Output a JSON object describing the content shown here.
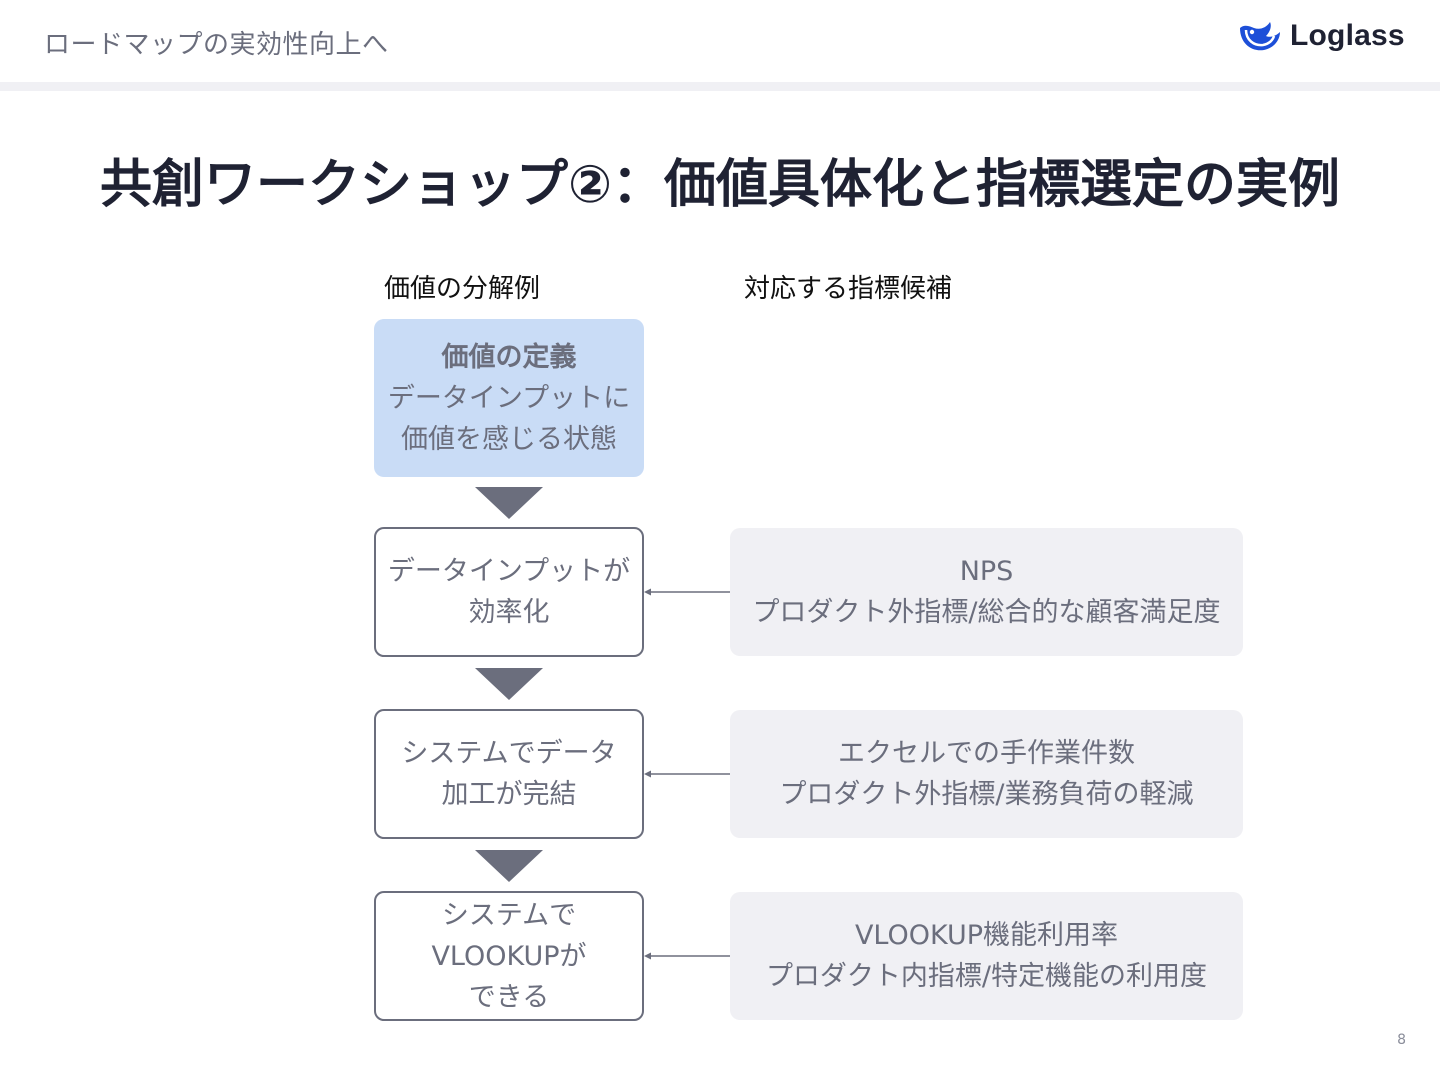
{
  "header": {
    "section": "ロードマップの実効性向上へ",
    "logo_text": "Loglass"
  },
  "title": "共創ワークショップ②：価値具体化と指標選定の実例",
  "columns": {
    "left": "価値の分解例",
    "right": "対応する指標候補"
  },
  "value_definition": {
    "heading": "価値の定義",
    "lines": [
      "データインプットに",
      "価値を感じる状態"
    ]
  },
  "steps": [
    {
      "lines": [
        "データインプットが",
        "効率化"
      ]
    },
    {
      "lines": [
        "システムでデータ",
        "加工が完結"
      ]
    },
    {
      "lines": [
        "システムで",
        "VLOOKUPが",
        "できる"
      ]
    }
  ],
  "metrics": [
    {
      "name": "NPS",
      "detail": "プロダクト外指標/総合的な顧客満足度"
    },
    {
      "name": "エクセルでの手作業件数",
      "detail": "プロダクト外指標/業務負荷の軽減"
    },
    {
      "name": "VLOOKUP機能利用率",
      "detail": "プロダクト内指標/特定機能の利用度"
    }
  ],
  "page_number": "8",
  "colors": {
    "accent_box": "#c9dcf6",
    "outline": "#6b6e7d",
    "metric_bg": "#f0f0f4",
    "logo_blue": "#1d4fd8"
  },
  "icons": {
    "logo": "whale-logo-icon",
    "flow": "triangle-down-icon",
    "link": "arrow-left-icon"
  }
}
